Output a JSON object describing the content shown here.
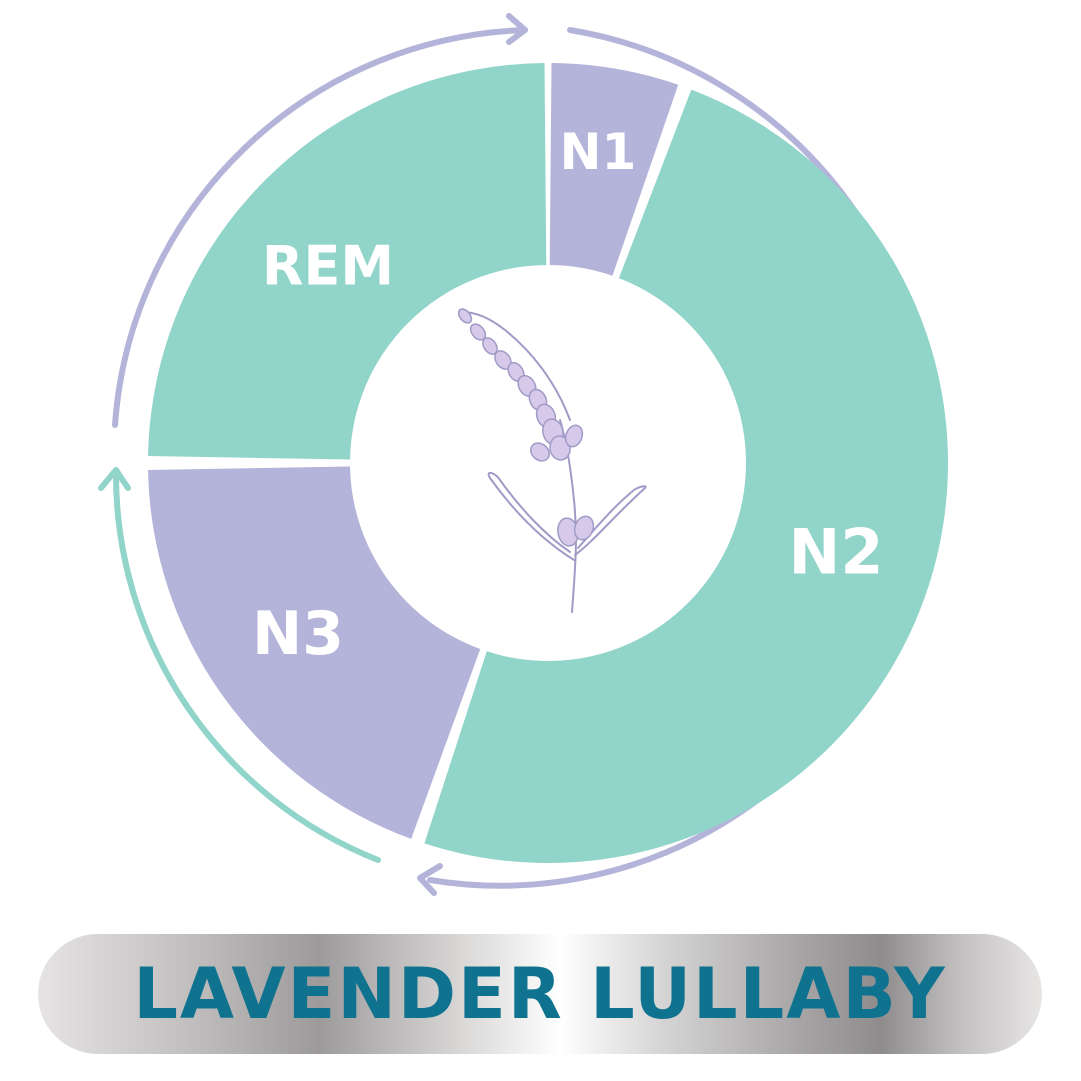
{
  "diagram": {
    "segments": [
      {
        "id": "n1",
        "label": "N1",
        "color": "#b4b4da"
      },
      {
        "id": "n2",
        "label": "N2",
        "color": "#91d4ca"
      },
      {
        "id": "n3",
        "label": "N3",
        "color": "#b4b4da"
      },
      {
        "id": "rem",
        "label": "REM",
        "color": "#91d4ca"
      }
    ],
    "cycle_arrow_colors": {
      "outer": "#b4b4da",
      "inner": "#91d4ca"
    },
    "center_icon": "lavender-sprig-icon"
  },
  "banner": {
    "title": "LAVENDER LULLABY",
    "text_color": "#0f7390"
  }
}
